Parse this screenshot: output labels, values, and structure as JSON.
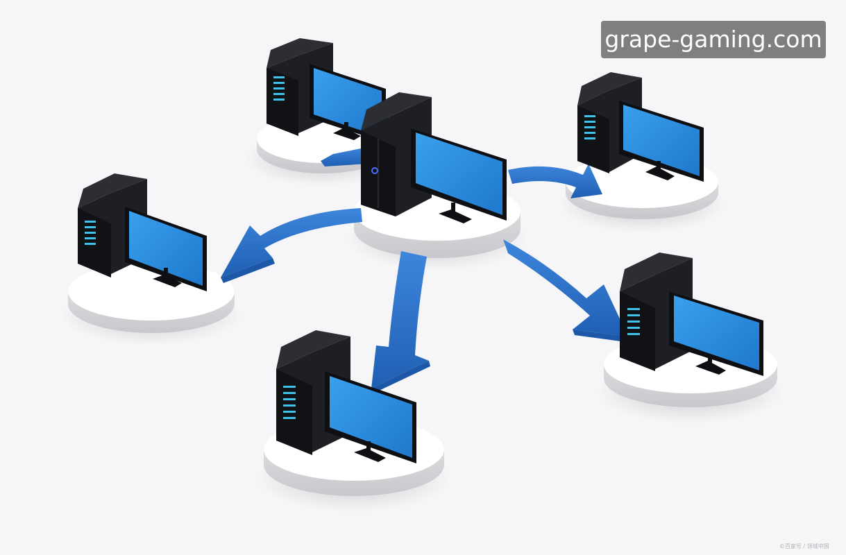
{
  "diagram": {
    "type": "star-network",
    "hub": {
      "label": "",
      "kind": "server"
    },
    "clients": [
      {
        "position": "top-left",
        "kind": "desktop-computer"
      },
      {
        "position": "top-right",
        "kind": "desktop-computer"
      },
      {
        "position": "left",
        "kind": "desktop-computer"
      },
      {
        "position": "bottom",
        "kind": "desktop-computer"
      },
      {
        "position": "bottom-right",
        "kind": "desktop-computer"
      }
    ],
    "arrow_direction": "hub-to-clients",
    "colors": {
      "background": "#f6f6f8",
      "arrow": "#2f78d2",
      "arrow_dark": "#1c57a8",
      "screen": "#2b8ee0",
      "case": "#15161a",
      "led": "#3fc2e8",
      "pedestal": "#ffffff"
    }
  },
  "watermark": {
    "text": "grape-gaming.com"
  },
  "credit": {
    "text": "©百家号 / 领域中国"
  }
}
